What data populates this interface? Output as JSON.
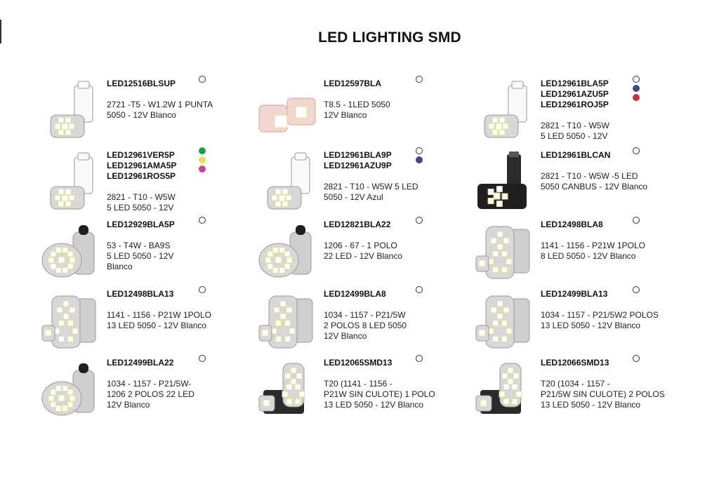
{
  "page": {
    "title": "LED LIGHTING SMD"
  },
  "items": [
    {
      "codes": [
        "LED12516BLSUP"
      ],
      "desc": "2721 -T5 - W1.2W 1 PUNTA\n5050 - 12V  Blanco",
      "dots": [
        "#ffffff"
      ],
      "icon": "wedge-led-icon"
    },
    {
      "codes": [
        "LED12597BLA"
      ],
      "desc": "T8.5 - 1LED 5050\n12V  Blanco",
      "dots": [
        "#ffffff"
      ],
      "icon": "socket-led-icon"
    },
    {
      "codes": [
        "LED12961BLA5P",
        "LED12961AZU5P",
        "LED12961ROJ5P"
      ],
      "desc": "2821 - T10 - W5W\n5 LED 5050 - 12V",
      "dots": [
        "#ffffff",
        "#3f4a7e",
        "#c3343a"
      ],
      "icon": "wedge-led-icon"
    },
    {
      "codes": [
        "LED12961VER5P",
        "LED12961AMA5P",
        "LED12961ROS5P"
      ],
      "desc": "2821 - T10 - W5W\n5 LED 5050 - 12V",
      "dots": [
        "#1f9a52",
        "#e6e05a",
        "#c4478c"
      ],
      "icon": "wedge-led-icon"
    },
    {
      "codes": [
        "LED12961BLA9P",
        "LED12961AZU9P"
      ],
      "desc": "2821 - T10 - W5W 5 LED\n5050 - 12V Azul",
      "dots": [
        "#ffffff",
        "#3f4a7e"
      ],
      "icon": "wedge-led-icon"
    },
    {
      "codes": [
        "LED12961BLCAN"
      ],
      "desc": "2821 - T10 - W5W -5 LED\n5050 CANBUS - 12V Blanco",
      "dots": [
        "#ffffff"
      ],
      "icon": "canbus-led-icon"
    },
    {
      "codes": [
        "LED12929BLA5P"
      ],
      "desc": "53 - T4W - BA9S\n5 LED 5050 - 12V\nBlanco",
      "dots": [
        "#ffffff"
      ],
      "icon": "bayonet-led-icon"
    },
    {
      "codes": [
        "LED12821BLA22"
      ],
      "desc": "1206 - 67 - 1 POLO\n22 LED - 12V Blanco",
      "dots": [
        "#ffffff"
      ],
      "icon": "bayonet-led-icon"
    },
    {
      "codes": [
        "LED12498BLA8"
      ],
      "desc": "1141 - 1156 - P21W 1POLO\n8 LED 5050 - 12V Blanco",
      "dots": [
        "#ffffff"
      ],
      "icon": "cluster-led-icon"
    },
    {
      "codes": [
        "LED12498BLA13"
      ],
      "desc": "1141 - 1156 - P21W 1POLO\n13 LED 5050 - 12V Blanco",
      "dots": [
        "#ffffff"
      ],
      "icon": "cluster-led-icon"
    },
    {
      "codes": [
        "LED12499BLA8"
      ],
      "desc": "1034 - 1157 - P21/5W\n2 POLOS 8 LED 5050\n12V Blanco",
      "dots": [
        "#ffffff"
      ],
      "icon": "cluster-led-icon"
    },
    {
      "codes": [
        "LED12499BLA13"
      ],
      "desc": "1034 - 1157 - P21/5W2 POLOS\n13 LED 5050 - 12V Blanco",
      "dots": [
        "#ffffff"
      ],
      "icon": "cluster-led-icon"
    },
    {
      "codes": [
        "LED12499BLA22"
      ],
      "desc": "1034 - 1157 - P21/5W-\n1206 2 POLOS 22 LED\n12V Blanco",
      "dots": [
        "#ffffff"
      ],
      "icon": "bayonet-led-icon"
    },
    {
      "codes": [
        "LED12065SMD13"
      ],
      "desc": "T20 (1141 - 1156 -\nP21W SIN CULOTE) 1 POLO\n13 LED 5050 - 12V Blanco",
      "dots": [
        "#ffffff"
      ],
      "icon": "t20-led-icon"
    },
    {
      "codes": [
        "LED12066SMD13"
      ],
      "desc": "T20 (1034 - 1157 -\nP21/5W SIN CULOTE) 2 POLOS\n13 LED 5050 - 12V Blanco",
      "dots": [
        "#ffffff"
      ],
      "icon": "t20-led-icon"
    }
  ]
}
